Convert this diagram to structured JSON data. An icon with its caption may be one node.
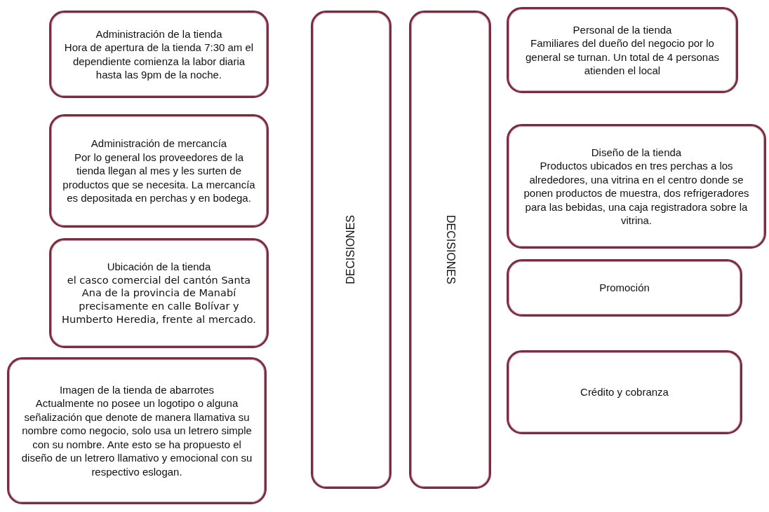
{
  "diagram": {
    "nodes": [
      {
        "text": [
          "Administración de la tienda",
          "Hora de apertura de la tienda 7:30 am el dependiente comienza la labor diaria hasta las 9pm de la noche."
        ]
      },
      {
        "text": [
          "Administración de mercancía",
          "Por lo general los proveedores de la tienda llegan al mes y les surten de productos que se necesita. La mercancía es depositada en perchas y en bodega."
        ]
      },
      {
        "text": [
          "Ubicación de la tienda",
          "el casco comercial del cantón Santa Ana de la provincia de Manabí precisamente en calle Bolívar y Humberto Heredia, frente al mercado."
        ]
      },
      {
        "text": [
          "Imagen de la tienda de abarrotes",
          "Actualmente no posee un logotipo o alguna señalización que denote de manera llamativa su nombre como negocio, solo usa un letrero simple con su nombre. Ante esto se ha propuesto el diseño de un letrero llamativo y emocional con su respectivo eslogan."
        ]
      },
      {
        "text": [
          "DECISIONES"
        ]
      },
      {
        "text": [
          "DECISIONES"
        ]
      },
      {
        "text": [
          "Personal de la tienda",
          "Familiares del dueño del negocio por lo general se turnan. Un total de 4 personas atienden el local"
        ]
      },
      {
        "text": [
          "Diseño de la tienda",
          "Productos ubicados en tres perchas a los alrededores, una vitrina en el centro donde se ponen productos de muestra, dos refrigeradores para las bebidas, una caja registradora sobre la vitrina."
        ]
      },
      {
        "text": [
          "Promoción"
        ]
      },
      {
        "text": [
          "Crédito y cobranza"
        ]
      }
    ]
  }
}
